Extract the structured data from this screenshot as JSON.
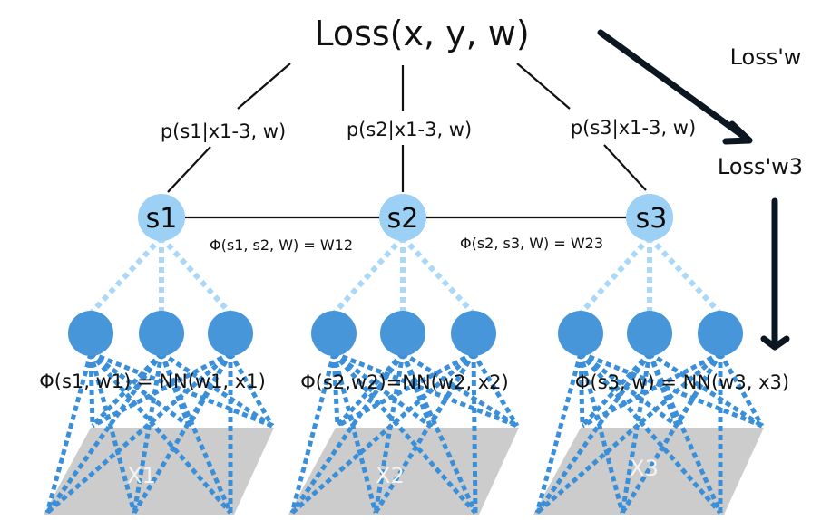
{
  "diagram": {
    "title": "Loss(x, y, w)",
    "loss_grad_w": "Loss'w",
    "loss_grad_w3": "Loss'w3",
    "conditionals": [
      "p(s1|x1-3, w)",
      "p(s2|x1-3, w)",
      "p(s3|x1-3, w)"
    ],
    "states": [
      "s1",
      "s2",
      "s3"
    ],
    "pairwise": [
      "Φ(s1, s2, W) = W12",
      "Φ(s2, s3, W) = W23"
    ],
    "unaries": [
      "Φ(s1, w1) = NN(w1, x1)",
      "Φ(s2,w2)=NN(w2, x2)",
      "Φ(s3, w) = NN(w3, x3)"
    ],
    "inputs": [
      "X1",
      "X2",
      "X3"
    ],
    "colors": {
      "state_node": "#9dd0f5",
      "hidden_node": "#4696d9",
      "state_links": "#a9d8f8",
      "input_links": "#3a8fd8",
      "input_plane": "#cccccc",
      "arrows": "#0b1620"
    }
  }
}
